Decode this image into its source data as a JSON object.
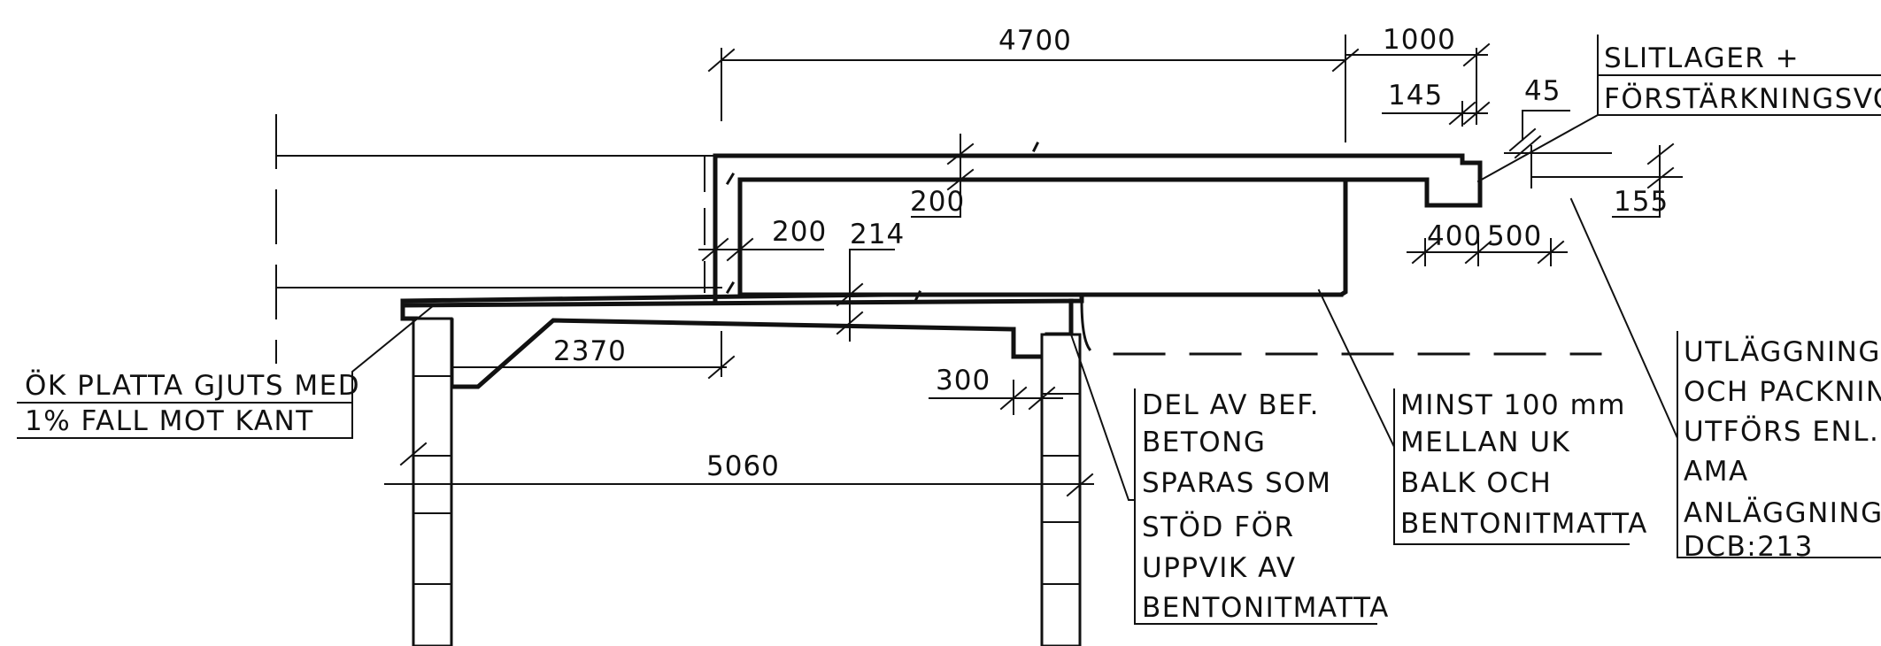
{
  "dimensions": {
    "d4700": "4700",
    "d1000": "1000",
    "d145": "145",
    "d45": "45",
    "d155": "155",
    "d200_top": "200",
    "d200_wall": "200",
    "d214": "214",
    "d400": "400",
    "d500": "500",
    "d2370": "2370",
    "d300": "300",
    "d5060": "5060"
  },
  "notes": {
    "slitlager": [
      "SLITLAGER +",
      "FÖRSTÄRKNINGSVOT"
    ],
    "ok_platta": [
      "ÖK PLATTA GJUTS MED",
      "1% FALL MOT KANT"
    ],
    "del_av_bef": [
      "DEL AV BEF.",
      "BETONG",
      "SPARAS SOM",
      "STÖD FÖR",
      "UPPVIK AV",
      "BENTONITMATTA"
    ],
    "minst": [
      "MINST 100 mm",
      "MELLAN UK",
      "BALK OCH",
      "BENTONITMATTA"
    ],
    "utlaggning": [
      "UTLÄGGNING",
      "OCH PACKNING",
      "UTFÖRS ENL.",
      "AMA",
      "ANLÄGGNING",
      "DCB:213"
    ]
  }
}
